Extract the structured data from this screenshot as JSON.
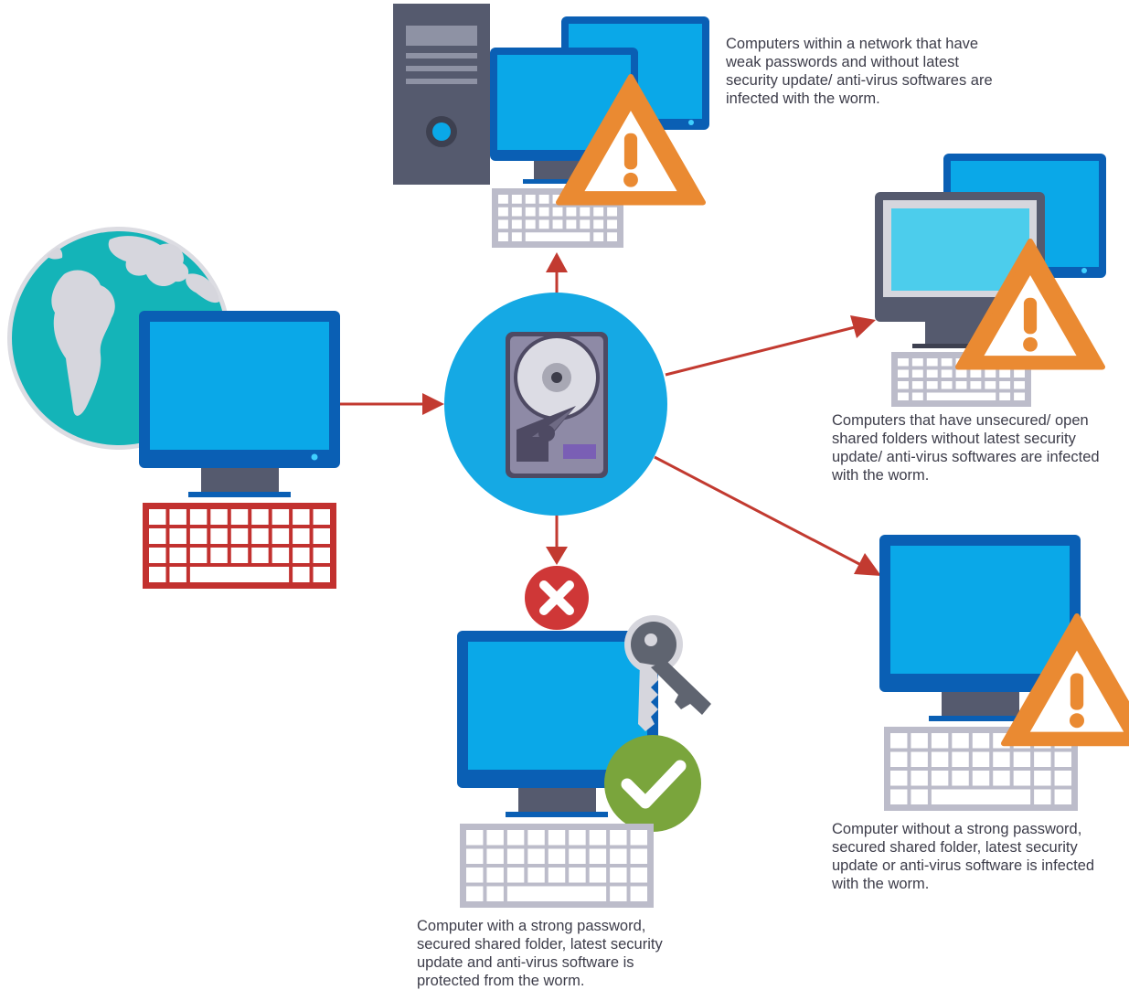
{
  "colors": {
    "arrow": "#c23a30",
    "screen": "#0aa8e8",
    "monitor_frame": "#0a5fb4",
    "tower": "#555a6e",
    "keyboard_gray": "#bcbcca",
    "keyboard_red": "#c2312f",
    "warning": "#ea8a32",
    "hub_circle": "#15a9e4",
    "globe_ocean": "#14b4b8",
    "globe_land": "#d6d6dd",
    "check_green": "#7aa53c",
    "error_red": "#cf3737",
    "key_gray": "#5f6470",
    "text": "#3d3d4a"
  },
  "nodes": {
    "source": {
      "icons": [
        "globe-icon",
        "monitor-icon",
        "keyboard-icon"
      ]
    },
    "hub": {
      "icons": [
        "hard-drive-icon"
      ]
    },
    "top": {
      "icons": [
        "tower-icon",
        "monitor-icon",
        "warning-icon"
      ],
      "caption": [
        "Computers within a network that have",
        "weak passwords and without latest",
        "security update/ anti-virus softwares are",
        "infected with the worm."
      ]
    },
    "right_upper": {
      "icons": [
        "monitor-icon",
        "warning-icon"
      ],
      "caption": [
        "Computers that have unsecured/ open",
        "shared folders without latest security",
        "update/ anti-virus softwares are infected",
        "with the worm."
      ]
    },
    "right_lower": {
      "icons": [
        "monitor-icon",
        "warning-icon"
      ],
      "caption": [
        "Computer without a strong password,",
        "secured shared folder, latest security",
        "update or anti-virus software is infected",
        "with the worm."
      ]
    },
    "bottom": {
      "icons": [
        "monitor-icon",
        "key-icon",
        "check-icon",
        "blocked-icon"
      ],
      "caption": [
        "Computer with a strong password,",
        "secured shared folder, latest security",
        "update and anti-virus software is",
        "protected from the worm."
      ]
    }
  },
  "edges": [
    {
      "from": "source",
      "to": "hub"
    },
    {
      "from": "hub",
      "to": "top"
    },
    {
      "from": "hub",
      "to": "right_upper"
    },
    {
      "from": "hub",
      "to": "right_lower"
    },
    {
      "from": "hub",
      "to": "bottom",
      "blocked": true
    }
  ]
}
